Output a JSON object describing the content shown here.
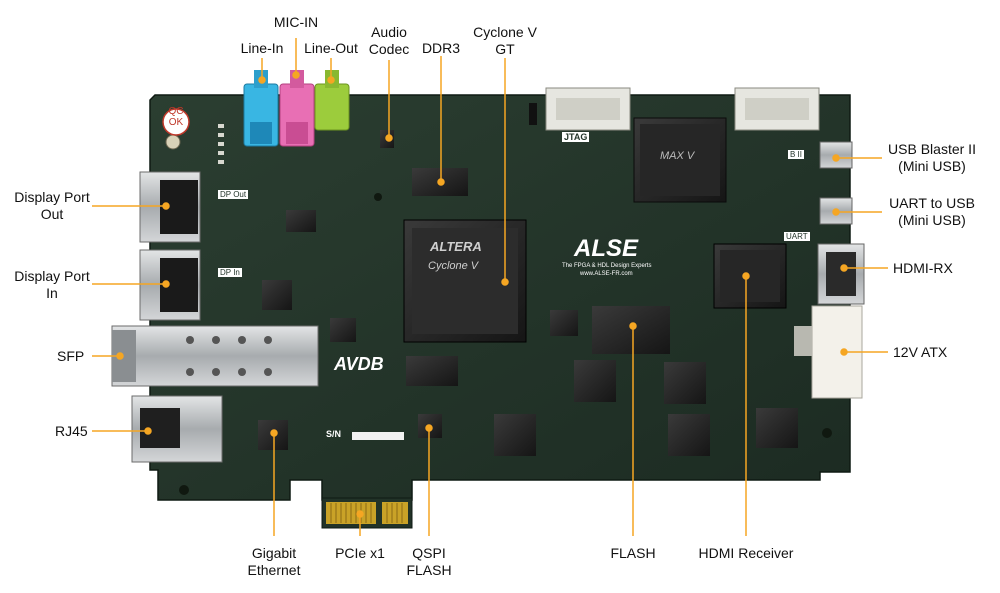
{
  "board": {
    "name": "AVDB",
    "fpga_brand": "ALTERA",
    "fpga_family": "Cyclone V",
    "maker_logo": "ALSE",
    "maker_tagline": "The FPGA & HDL Design Experts",
    "maker_url": "www.ALSE-FR.com",
    "header_jtag": "JTAG",
    "header_bii": "B II",
    "header_uart": "UART",
    "dp_out_silk": "DP Out",
    "dp_in_silk": "DP In",
    "sn_silk": "S/N",
    "qc_badge": [
      "QC",
      "OK"
    ],
    "cpld_text": "MAX V",
    "colors": {
      "pcb": "#23352a",
      "leader": "#f5a623",
      "gold": "#c9a227",
      "line_in_jack": "#39b6e3",
      "mic_in_jack": "#e86fb4",
      "line_out_jack": "#9ccc3c"
    }
  },
  "callouts": {
    "mic_in": "MIC-IN",
    "line_in": "Line-In",
    "line_out": "Line-Out",
    "audio_codec": [
      "Audio",
      "Codec"
    ],
    "ddr3": "DDR3",
    "cyclone": [
      "Cyclone V",
      "GT"
    ],
    "usb_blaster": [
      "USB Blaster II",
      "(Mini USB)"
    ],
    "uart_usb": [
      "UART to USB",
      "(Mini USB)"
    ],
    "hdmi_rx": "HDMI-RX",
    "atx": "12V ATX",
    "dp_out": [
      "Display Port",
      "Out"
    ],
    "dp_in": [
      "Display Port",
      "In"
    ],
    "sfp": "SFP",
    "rj45": "RJ45",
    "gigabit": [
      "Gigabit",
      "Ethernet"
    ],
    "pcie": "PCIe x1",
    "qspi": [
      "QSPI",
      "FLASH"
    ],
    "flash": "FLASH",
    "hdmi_receiver": "HDMI Receiver"
  }
}
